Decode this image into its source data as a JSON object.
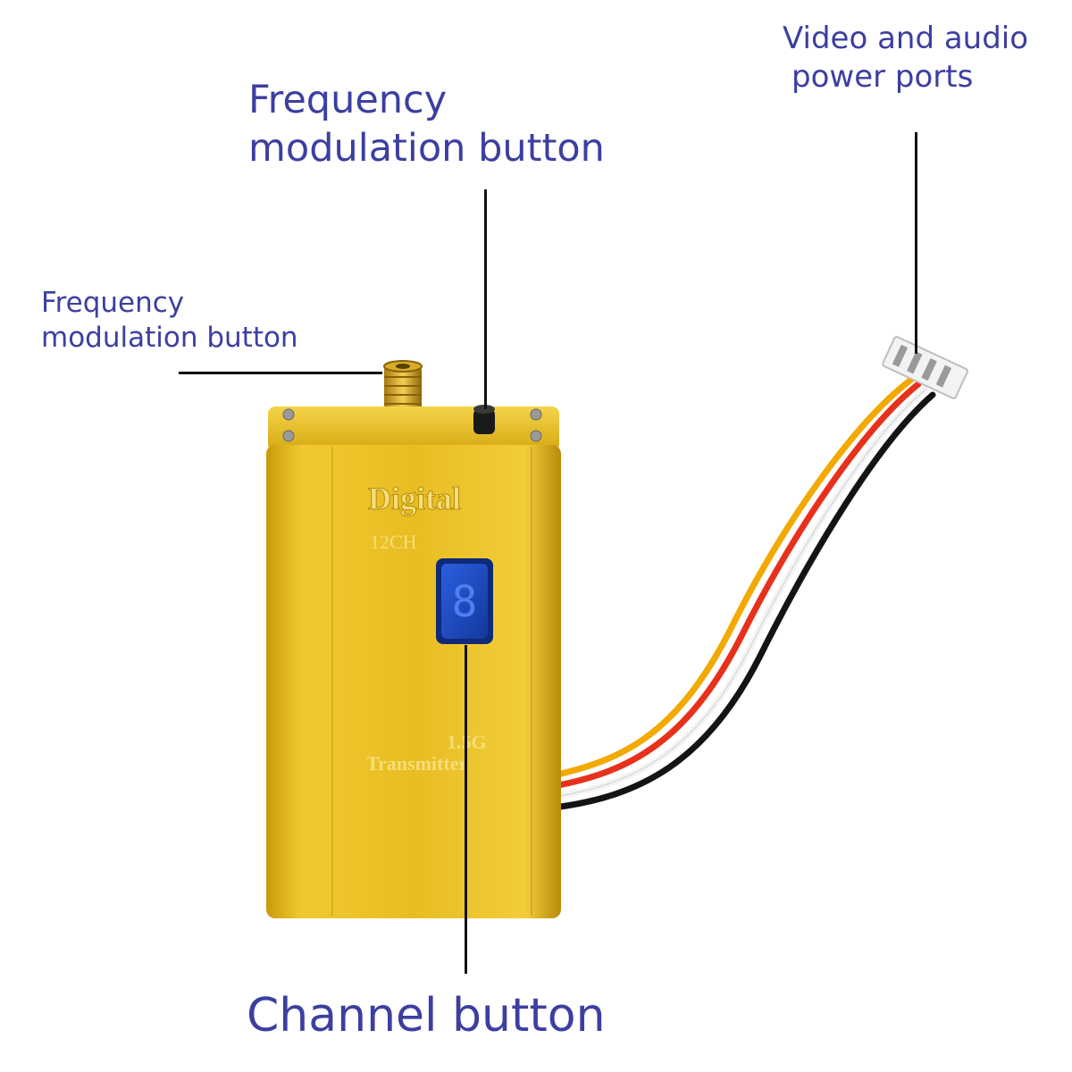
{
  "labels": {
    "video_audio": [
      "Video and audio",
      "power ports"
    ],
    "freq_mod_top": [
      "Frequency",
      "modulation button"
    ],
    "freq_mod_left": [
      "Frequency",
      "modulation button"
    ],
    "channel": "Channel button"
  },
  "device": {
    "brand_text": "Digital",
    "channels_text": "12CH",
    "band_text": "1.5G",
    "type_text": "Transmitter"
  },
  "colors": {
    "label": "#3c3fa0",
    "body_gold": "#e6b820",
    "button_blue": "#1f4fc7",
    "wire_colors": [
      "#f2a900",
      "#e8311c",
      "#ffffff",
      "#111111"
    ]
  }
}
